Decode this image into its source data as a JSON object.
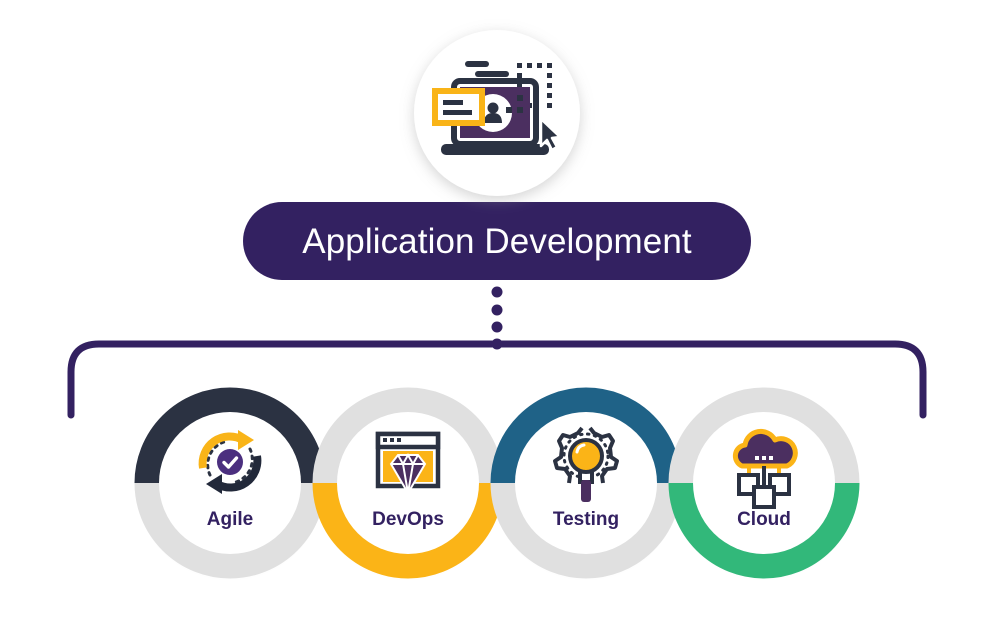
{
  "diagram": {
    "type": "hierarchy-tree",
    "background_color": "#ffffff",
    "title_node": {
      "label": "Application Development",
      "shape": "rounded-pill",
      "fill_color": "#332161",
      "text_color": "#ffffff"
    },
    "top_icon": {
      "name": "laptop-user-development-icon",
      "badge_shape": "circle",
      "badge_fill": "#ffffff",
      "screen_color": "#4b2f60",
      "frame_color": "#2b3242",
      "accent_color": "#f9b418"
    },
    "connector": {
      "name": "dotted-connector",
      "dot_count": 4,
      "dot_color": "#332161",
      "bracket_color": "#332161",
      "bracket_stroke": 7
    },
    "nodes": [
      {
        "label": "Agile",
        "icon_name": "agile-refresh-check-icon",
        "ring_top_color": "#2b3242",
        "ring_bottom_color": "#e0e0e0",
        "colored_half": "top",
        "label_color": "#332161"
      },
      {
        "label": "DevOps",
        "icon_name": "browser-diamond-icon",
        "ring_top_color": "#e0e0e0",
        "ring_bottom_color": "#fbb417",
        "colored_half": "bottom",
        "label_color": "#332161"
      },
      {
        "label": "Testing",
        "icon_name": "gear-lightbulb-icon",
        "ring_top_color": "#1f6287",
        "ring_bottom_color": "#e0e0e0",
        "colored_half": "top",
        "label_color": "#332161"
      },
      {
        "label": "Cloud",
        "icon_name": "cloud-network-icon",
        "ring_top_color": "#e0e0e0",
        "ring_bottom_color": "#32b87a",
        "colored_half": "bottom",
        "label_color": "#332161"
      }
    ],
    "palette": {
      "purple": "#332161",
      "navy": "#2b3242",
      "yellow": "#fbb417",
      "teal": "#1f6287",
      "green": "#32b87a",
      "gray": "#e0e0e0",
      "white": "#ffffff"
    }
  }
}
